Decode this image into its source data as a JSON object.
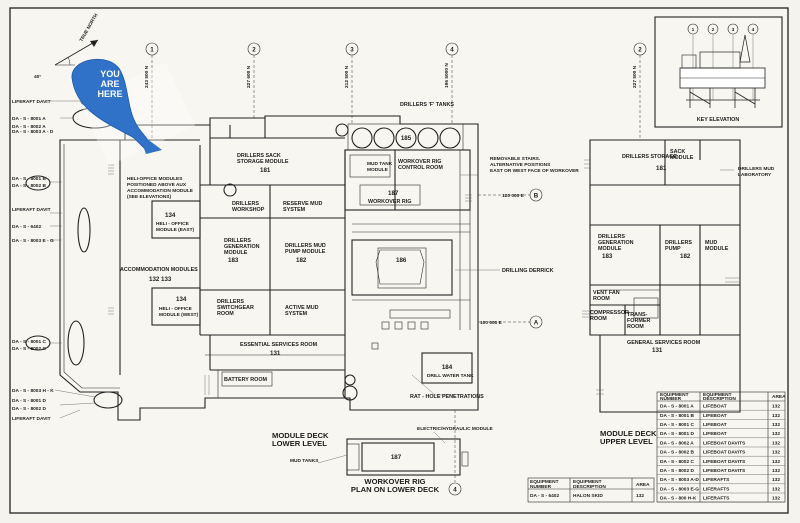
{
  "pin": {
    "line1": "YOU",
    "line2": "ARE",
    "line3": "HERE"
  },
  "north": {
    "label": "TRUE NORTH",
    "angle": "40°"
  },
  "grid": [
    "1",
    "2",
    "3",
    "4",
    "2"
  ],
  "grid_coords": [
    "243 500 N",
    "227 600 N",
    "212 500 N",
    "196 5000 N",
    "227 500 N"
  ],
  "left_labels": [
    "LIFERAFT DAVIT",
    "DA - S - 8001 A",
    "DA - S - 8002 A",
    "DA - S - 8003 A - D",
    "DA - S - 8001 B",
    "DA - S - 8002 B",
    "LIFERAFT DAVIT",
    "DA - S - 6402",
    "DA - S - 8003 E - G",
    "DA - S - 8001 C",
    "DA - S - 8002 C",
    "DA - S - 8003 H - K",
    "DA - S - 8001 D",
    "DA - S - 8002 D",
    "LIFERAFT DAVIT"
  ],
  "rooms": {
    "heli_note": [
      "HELI-OFFICE MODULES",
      "POSITIONED ABOVE AUX",
      "ACCOMMODATION MODULE",
      "(SEE ELEVATIONS)"
    ],
    "sack_storage": [
      "DRILLERS SACK",
      "STORAGE MODULE",
      "181"
    ],
    "drillers_workshop": [
      "DRILLERS",
      "WORKSHOP"
    ],
    "reserve_mud": [
      "RESERVE MUD",
      "SYSTEM"
    ],
    "heli_east": [
      "134",
      "HELI - OFFICE",
      "MODULE (EAST)"
    ],
    "drillers_gen": [
      "DRILLERS",
      "GENERATION",
      "MODULE",
      "183"
    ],
    "mud_pump": [
      "DRILLERS MUD",
      "PUMP MODULE",
      "182"
    ],
    "accommodation": [
      "ACCOMMODATION MODULES",
      "132  133"
    ],
    "heli_west": [
      "134",
      "HELI - OFFICE",
      "MODULE (WEST)"
    ],
    "switchgear": [
      "DRILLERS",
      "SWITCHGEAR",
      "ROOM"
    ],
    "active_mud": [
      "ACTIVE MUD",
      "SYSTEM"
    ],
    "ess": [
      "ESSENTIAL SERVICES ROOM",
      "131"
    ],
    "battery": "BATTERY ROOM",
    "tanks_title": "DRILLERS 'F' TANKS",
    "tank_num": "185",
    "mud_tank": [
      "MUD TANK",
      "MODULE"
    ],
    "wo_control": [
      "WORKOVER RIG",
      "CONTROL ROOM"
    ],
    "wo_rig": [
      "187",
      "WORKOVER RIG"
    ],
    "derrick_num": "186",
    "drill_water": [
      "184",
      "DRILL WATER TANK"
    ],
    "stairs": [
      "REMOVABLE STAIRS.",
      "ALTERNATIVE POSITIONS",
      "EAST OR WEST FACE OF WORKOVER"
    ],
    "grid_b": [
      "120 000 E",
      "B"
    ],
    "grid_a": [
      "100 000 E",
      "A"
    ],
    "drilling_derrick": "DRILLING DERRICK",
    "rat_hole": "RAT - HOLE PENETRATIONS",
    "module_lower": [
      "MODULE DECK",
      "LOWER LEVEL"
    ],
    "mud_tanks": "MUD TANKS",
    "elec_hyd": "ELECTRIC/HYDRAULIC MODULE",
    "wo_lower_num": "187",
    "wo_lower": [
      "WORKOVER RIG",
      "PLAN ON LOWER DECK"
    ],
    "grid4_bottom": "4"
  },
  "upper": {
    "drillers_storage": "DRILLERS  STORAGE",
    "sack_module": [
      "SACK",
      "MODULE"
    ],
    "num181": "181",
    "mud_lab": [
      "DRILLERS MUD",
      "LABORATORY"
    ],
    "gen": [
      "DRILLERS",
      "GENERATION",
      "MODULE",
      "183"
    ],
    "pump": [
      "DRILLERS",
      "PUMP",
      "182"
    ],
    "mud_module": [
      "MUD",
      "MODULE"
    ],
    "vent_fan": [
      "VENT FAN",
      "ROOM"
    ],
    "compressor": [
      "COMPRESSOR",
      "ROOM"
    ],
    "transformer": [
      "TRANS-",
      "FORMER",
      "ROOM"
    ],
    "general": [
      "GENERAL SERVICES ROOM",
      "131"
    ],
    "title": [
      "MODULE DECK",
      "UPPER LEVEL"
    ]
  },
  "key_elevation": {
    "title": "KEY ELEVATION",
    "markers": [
      "1",
      "2",
      "3",
      "4"
    ]
  },
  "equipment_table": {
    "headers": [
      "EQUIPMENT NUMBER",
      "EQUIPMENT DESCRIPTION",
      "AREA"
    ],
    "rows": [
      [
        "DA - S - 8001 A",
        "LIFEBOAT",
        "132"
      ],
      [
        "DA - S - 8001 B",
        "LIFEBOAT",
        "132"
      ],
      [
        "DA - S - 8001 C",
        "LIFEBOAT",
        "132"
      ],
      [
        "DA - S - 8001 D",
        "LIFEBOAT",
        "132"
      ],
      [
        "DA - S - 8002 A",
        "LIFEBOAT DAVITS",
        "132"
      ],
      [
        "DA - S - 8002 B",
        "LIFEBOAT DAVITS",
        "132"
      ],
      [
        "DA - S - 8002 C",
        "LIFEBOAT DAVITS",
        "132"
      ],
      [
        "DA - S - 8002 D",
        "LIFEBOAT DAVITS",
        "132"
      ],
      [
        "DA - S - 8003 A-D",
        "LIFERAFTS",
        "132"
      ],
      [
        "DA - S - 8003 E-G",
        "LIFERAFTS",
        "132"
      ],
      [
        "DA - S - 800 H-K",
        "LIFERAFTS",
        "132"
      ]
    ]
  },
  "small_table": {
    "headers": [
      "EQUIPMENT NUMBER",
      "EQUIPMENT DESCRIPTION",
      "AREA"
    ],
    "row": [
      "DA - S - 6402",
      "HALON SKID",
      "132"
    ]
  },
  "colors": {
    "pin": "#2f72c8",
    "paper": "#f4f3ee",
    "ink": "#1d1d1d"
  }
}
